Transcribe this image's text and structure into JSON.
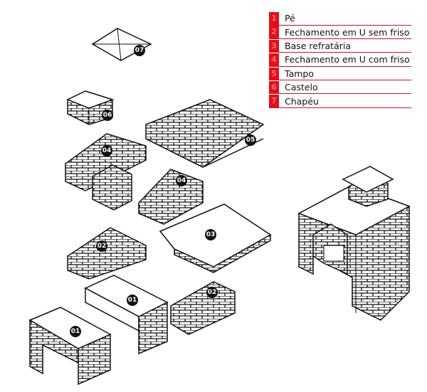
{
  "legend": [
    {
      "num": "1",
      "label": "Pé"
    },
    {
      "num": "2",
      "label": "Fechamento em U sem friso"
    },
    {
      "num": "3",
      "label": "Base refratária"
    },
    {
      "num": "4",
      "label": "Fechamento em U com friso"
    },
    {
      "num": "5",
      "label": "Tampo"
    },
    {
      "num": "6",
      "label": "Castelo"
    },
    {
      "num": "7",
      "label": "Chapéu"
    }
  ],
  "tags": {
    "t01": "01",
    "t02": "02",
    "t03": "03",
    "t04": "04",
    "t05": "05",
    "t06": "06",
    "t07": "07"
  },
  "colors": {
    "accent": "#e3101c"
  }
}
